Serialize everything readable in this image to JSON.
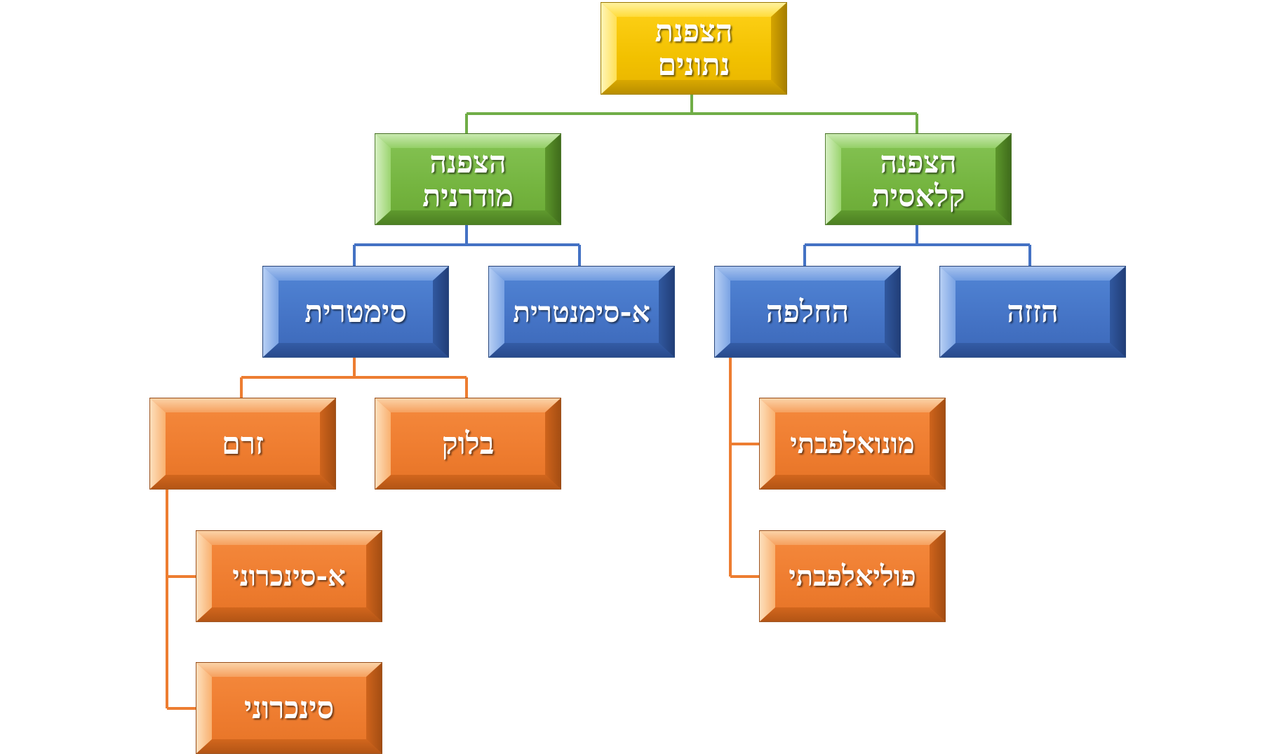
{
  "diagram": {
    "root": {
      "label": "הצפנת נתונים",
      "color": "#ffc000"
    },
    "level1": {
      "modern": {
        "label": "הצפנה מודרנית",
        "color": "#70ad47"
      },
      "classic": {
        "label": "הצפנה קלאסית",
        "color": "#70ad47"
      }
    },
    "level2": {
      "symmetric": {
        "label": "סימטרית",
        "color": "#4472c4"
      },
      "asymmetric": {
        "label": "א-סימנטרית",
        "color": "#4472c4"
      },
      "substitution": {
        "label": "החלפה",
        "color": "#4472c4"
      },
      "transposition": {
        "label": "הזזה",
        "color": "#4472c4"
      }
    },
    "level3": {
      "stream": {
        "label": "זרם",
        "color": "#ed7d31"
      },
      "block": {
        "label": "בלוק",
        "color": "#ed7d31"
      },
      "monoalphabetic": {
        "label": "מונואלפבתי",
        "color": "#ed7d31"
      },
      "polyalphabetic": {
        "label": "פוליאלפבתי",
        "color": "#ed7d31"
      }
    },
    "level4": {
      "asynchronous": {
        "label": "א-סינכרוני",
        "color": "#ed7d31"
      },
      "synchronous": {
        "label": "סינכרוני",
        "color": "#ed7d31"
      }
    },
    "connector_colors": {
      "root": "#70ad47",
      "level1": "#4472c4",
      "level2": "#ed7d31",
      "level3": "#ed7d31"
    }
  }
}
